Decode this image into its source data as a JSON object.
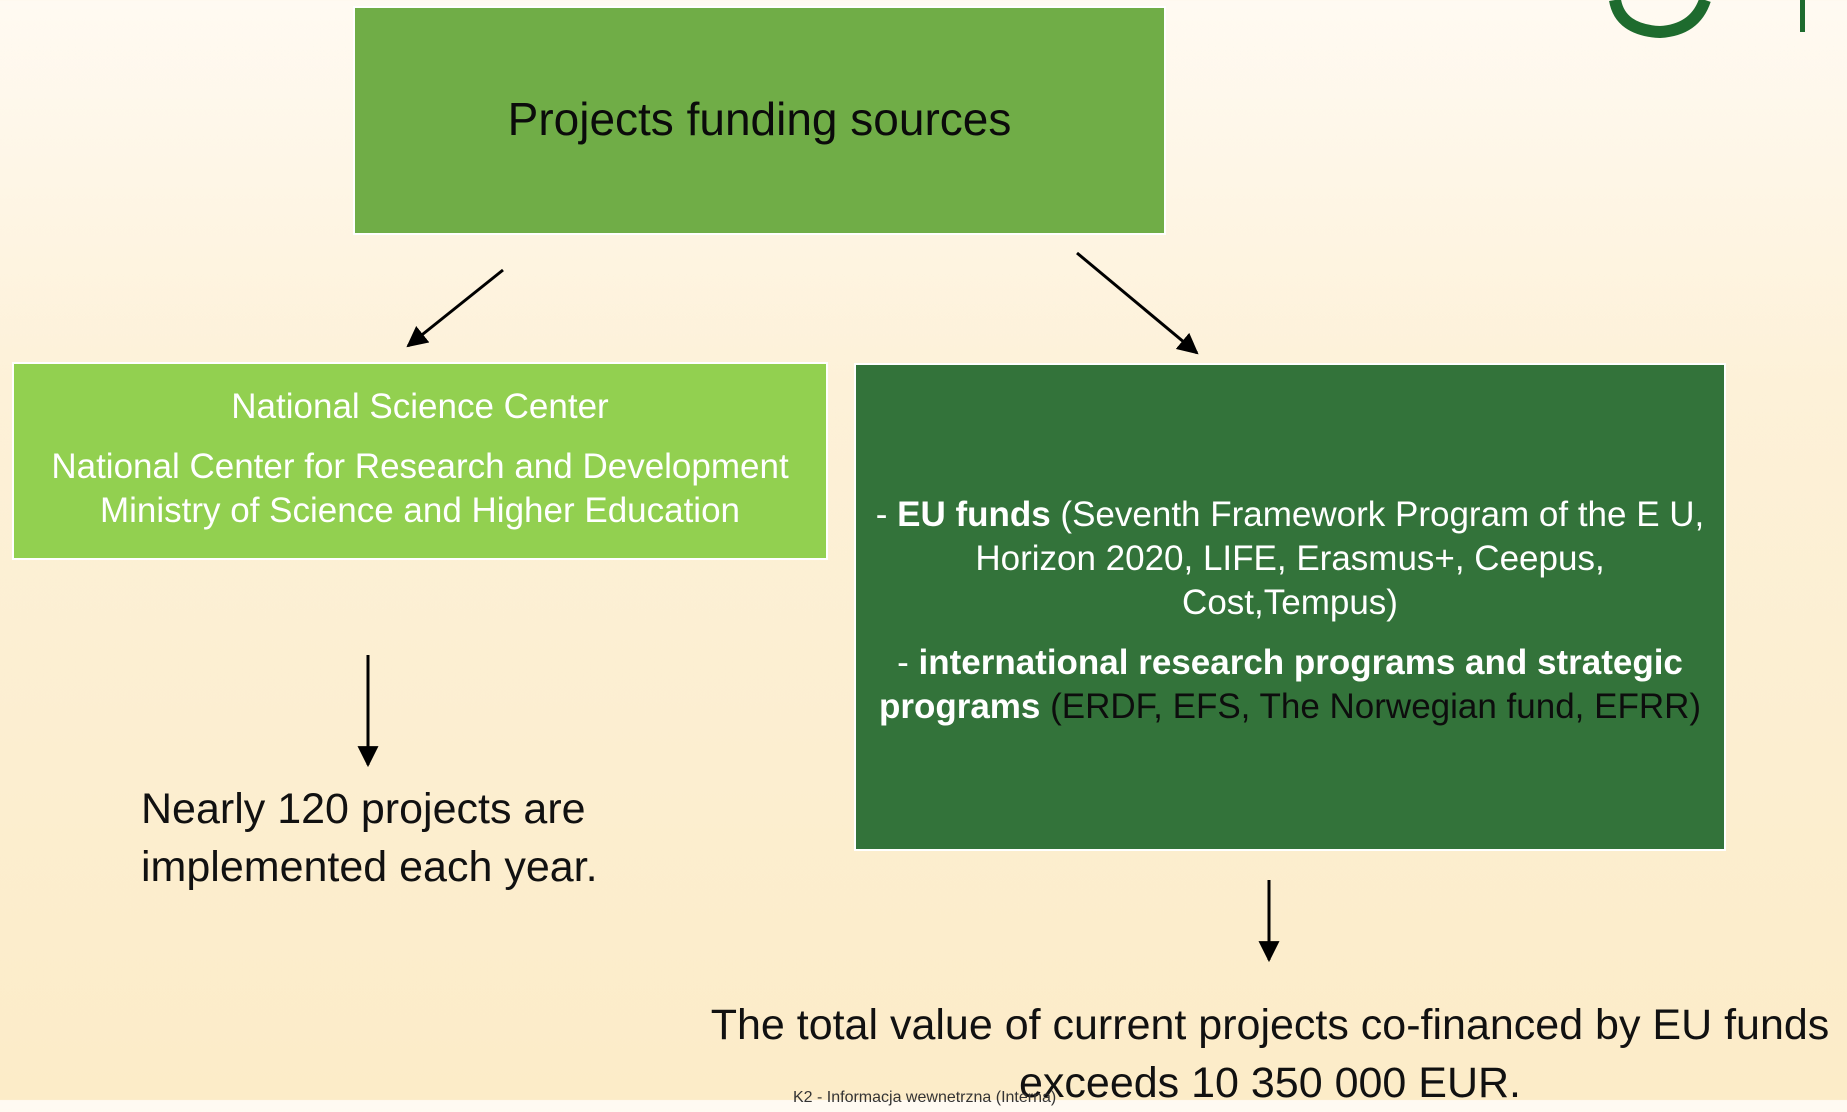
{
  "diagram": {
    "top_box": {
      "title": "Projects funding sources"
    },
    "left_box": {
      "line1": "National Science Center",
      "line2": "National Center for Research and Development",
      "line3": "Ministry of Science and Higher Education"
    },
    "right_box": {
      "item1_prefix": "- ",
      "item1_bold": "EU funds",
      "item1_rest": " (Seventh Framework Program of the E U, Horizon 2020, LIFE, Erasmus+, Ceepus, Cost,Tempus)",
      "item2_prefix": "- ",
      "item2_bold": "international research programs and strategic programs",
      "item2_rest": " (ERDF, EFS, The Norwegian  fund, EFRR)"
    },
    "left_note": "Nearly 120 projects are implemented each year.",
    "right_note": "The total value of current projects co-financed by EU funds exceeds 10 350 000 EUR.",
    "footer_label": "K2 - Informacja wewnetrzna (Interna)"
  },
  "colors": {
    "top_box": "#70ad47",
    "left_box": "#92d050",
    "right_box": "#33733a",
    "logo": "#1e6b2e"
  }
}
